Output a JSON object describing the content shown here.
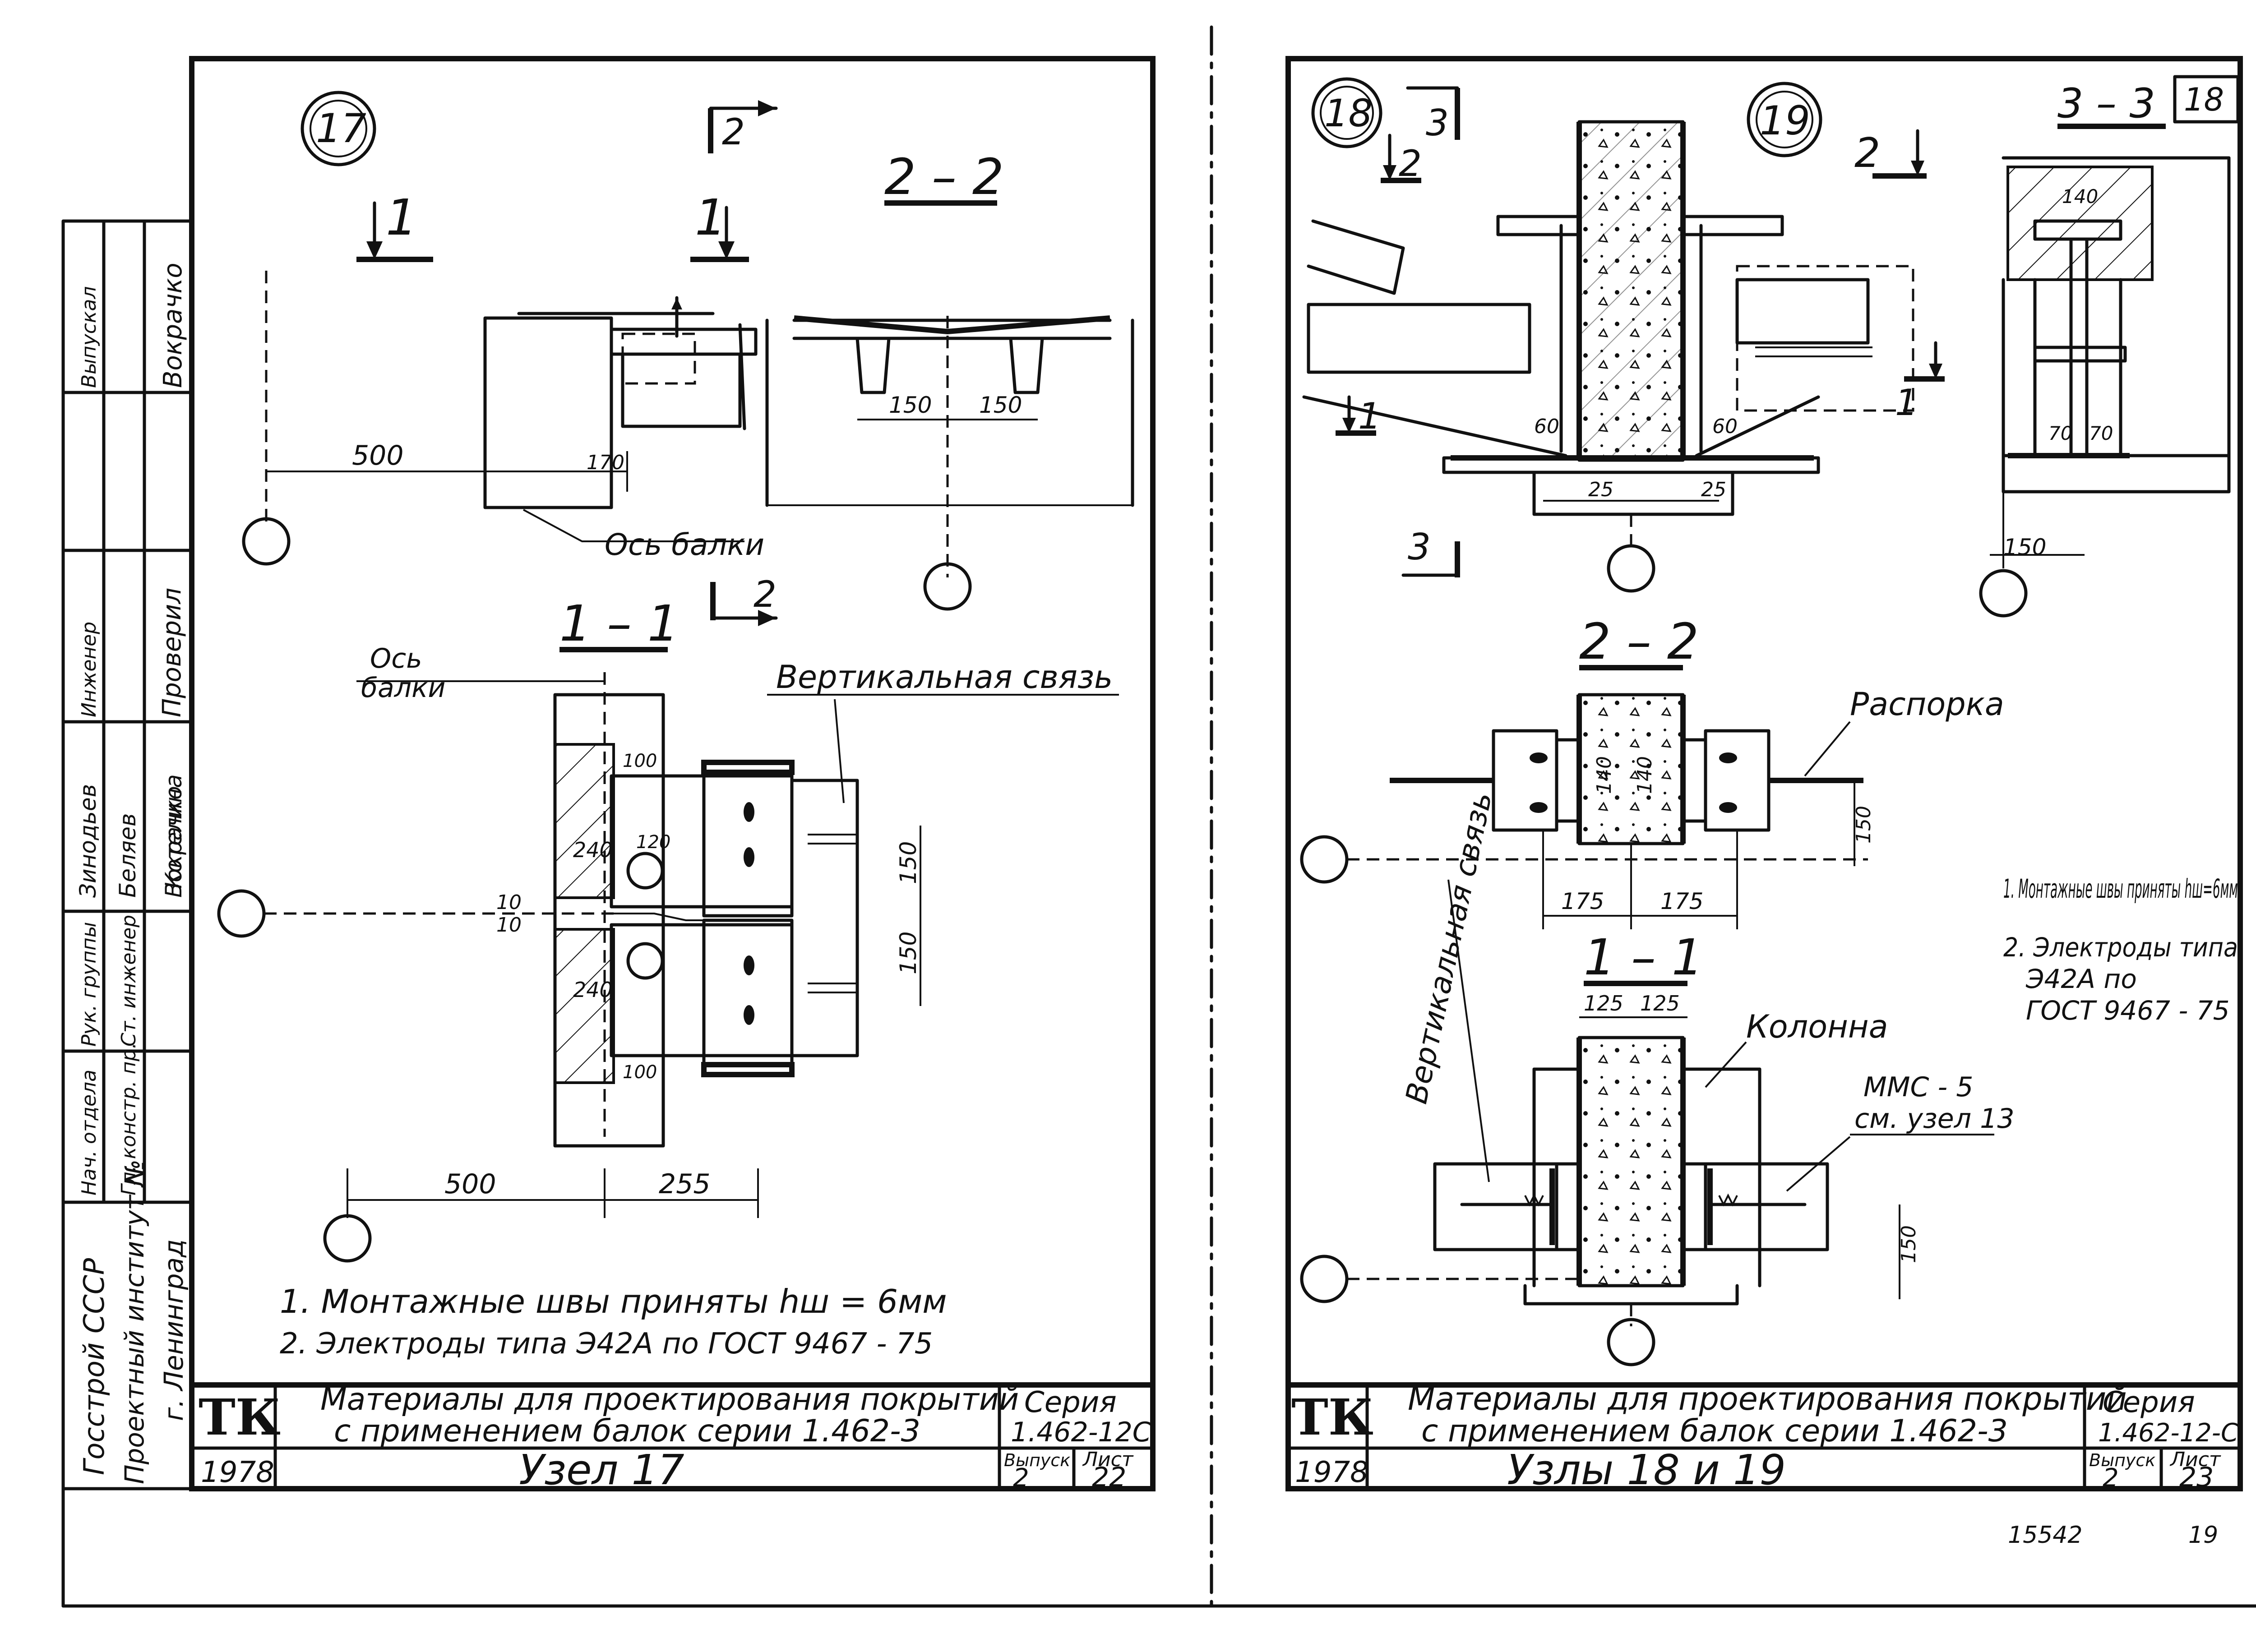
{
  "left_sheet": {
    "node_badge": "17",
    "section_1_label": "1",
    "section_2_label": "2",
    "section_2_2_title": "2 – 2",
    "section_1_1_title": "1 – 1",
    "dim_500_top": "500",
    "dim_170": "170",
    "dim_150_a": "150",
    "dim_150_b": "150",
    "beam_axis_label": "Ось балки",
    "beam_axis_label_2": "Ось балки",
    "vertical_bracing": "Вертикальная связь",
    "dim_100_top": "100",
    "dim_240_top": "240",
    "dim_120": "120",
    "dim_10_a": "10",
    "dim_10_b": "10",
    "dim_240_bot": "240",
    "dim_100_bot": "100",
    "dim_150_c": "150",
    "dim_150_d": "150",
    "dim_500_bot": "500",
    "dim_255": "255",
    "note_1": "1. Монтажные швы приняты hш = 6мм",
    "note_2": "2. Электроды типа Э42А по ГОСТ 9467 - 75",
    "title_block": {
      "tk": "ТК",
      "year": "1978",
      "description_line1": "Материалы для проектирования покрытий",
      "description_line2": "с применением балок серии 1.462-3",
      "series_label": "Серия",
      "series_value": "1.462-12С",
      "drawing_title": "Узел 17",
      "issue_label": "Выпуск",
      "issue_value": "2",
      "sheet_label": "Лист",
      "sheet_value": "22"
    }
  },
  "side_stamp": {
    "org_line1": "Госстрой СССР",
    "org_line2": "Проектный институт №",
    "org_line3": "г. Ленинград",
    "roles": [
      "Нач. отдела",
      "Гл. констр. пр.",
      "Рук. группы",
      "Ст. инженер",
      "Инженер",
      "Проверил",
      "Выпускал"
    ],
    "names": [
      "Зинодьев",
      "Беляев",
      "Вокрачко",
      "Котелина",
      "",
      "",
      "Вокрачко"
    ]
  },
  "right_sheet": {
    "node_badge_18": "18",
    "node_badge_19": "19",
    "section_2_label": "2",
    "section_3_label": "3",
    "section_1_label": "1",
    "section_3_3_title": "3 – 3",
    "section_3_3_ref": "18",
    "dim_60_a": "60",
    "dim_60_b": "60",
    "dim_25_a": "25",
    "dim_25_b": "25",
    "dim_140_top": "140",
    "dim_70_a": "70",
    "dim_70_b": "70",
    "dim_150_33": "150",
    "section_2_2_title": "2 – 2",
    "strut_label": "Распорка",
    "dim_140_a": "140",
    "dim_140_b": "140",
    "dim_150_22": "150",
    "dim_175_a": "175",
    "dim_175_b": "175",
    "section_1_1_title": "1 – 1",
    "dim_125_a": "125",
    "dim_125_b": "125",
    "column_label": "Колонна",
    "mms_label": "ММС - 5",
    "mms_ref": "см. узел 13",
    "vertical_bracing": "Вертикальная связь",
    "dim_150_11": "150",
    "note_1": "1. Монтажные швы приняты hш=6мм",
    "note_2a": "2. Электроды типа",
    "note_2b": "Э42А по",
    "note_2c": "ГОСТ 9467 - 75",
    "title_block": {
      "tk": "ТК",
      "year": "1978",
      "description_line1": "Материалы для проектирования покрытий",
      "description_line2": "с применением балок серии 1.462-3",
      "series_label": "Серия",
      "series_value": "1.462-12-С",
      "drawing_title": "Узлы 18 и 19",
      "issue_label": "Выпуск",
      "issue_value": "2",
      "sheet_label": "Лист",
      "sheet_value": "23"
    },
    "archive_number": "15542",
    "page_number": "19"
  }
}
